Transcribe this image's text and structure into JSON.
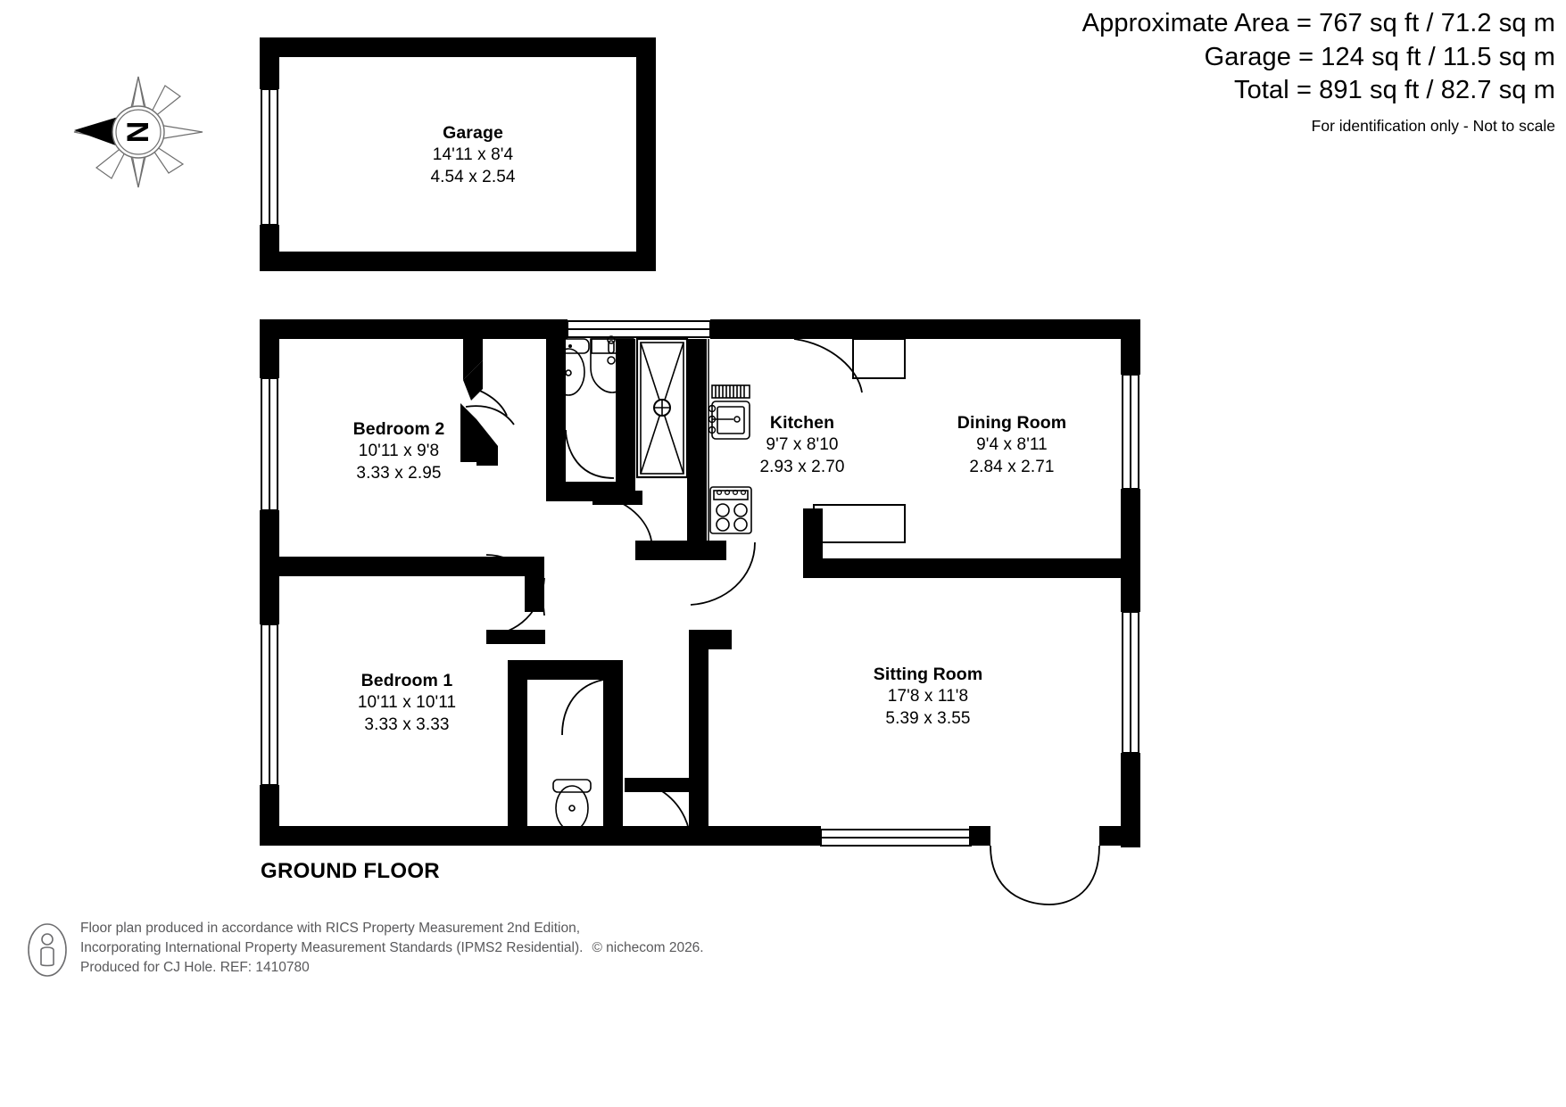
{
  "header": {
    "approximate_area": "Approximate Area = 767 sq ft / 71.2 sq m",
    "garage_area": "Garage = 124 sq ft / 11.5 sq m",
    "total_area": "Total = 891 sq ft / 82.7 sq m",
    "disclaimer": "For identification only - Not to scale"
  },
  "compass": {
    "north_label": "N"
  },
  "floor": {
    "title": "GROUND FLOOR"
  },
  "rooms": [
    {
      "name": "Garage",
      "imperial": "14'11 x 8'4",
      "metric": "4.54 x 2.54"
    },
    {
      "name": "Bedroom 2",
      "imperial": "10'11 x 9'8",
      "metric": "3.33 x 2.95"
    },
    {
      "name": "Bedroom 1",
      "imperial": "10'11 x 10'11",
      "metric": "3.33 x 3.33"
    },
    {
      "name": "Kitchen",
      "imperial": "9'7 x 8'10",
      "metric": "2.93 x 2.70"
    },
    {
      "name": "Dining Room",
      "imperial": "9'4 x 8'11",
      "metric": "2.84 x 2.71"
    },
    {
      "name": "Sitting Room",
      "imperial": "17'8 x 11'8",
      "metric": "5.39 x 3.55"
    }
  ],
  "footer": {
    "line1": "Floor plan produced in accordance with RICS Property Measurement 2nd Edition,",
    "line2a": "Incorporating International Property Measurement Standards (IPMS2 Residential).",
    "line2b": "© nichecom 2026.",
    "line3": "Produced for CJ Hole.   REF:  1410780"
  },
  "colors": {
    "wall": "#000000",
    "background": "#ffffff",
    "footer_text": "#59595b"
  }
}
